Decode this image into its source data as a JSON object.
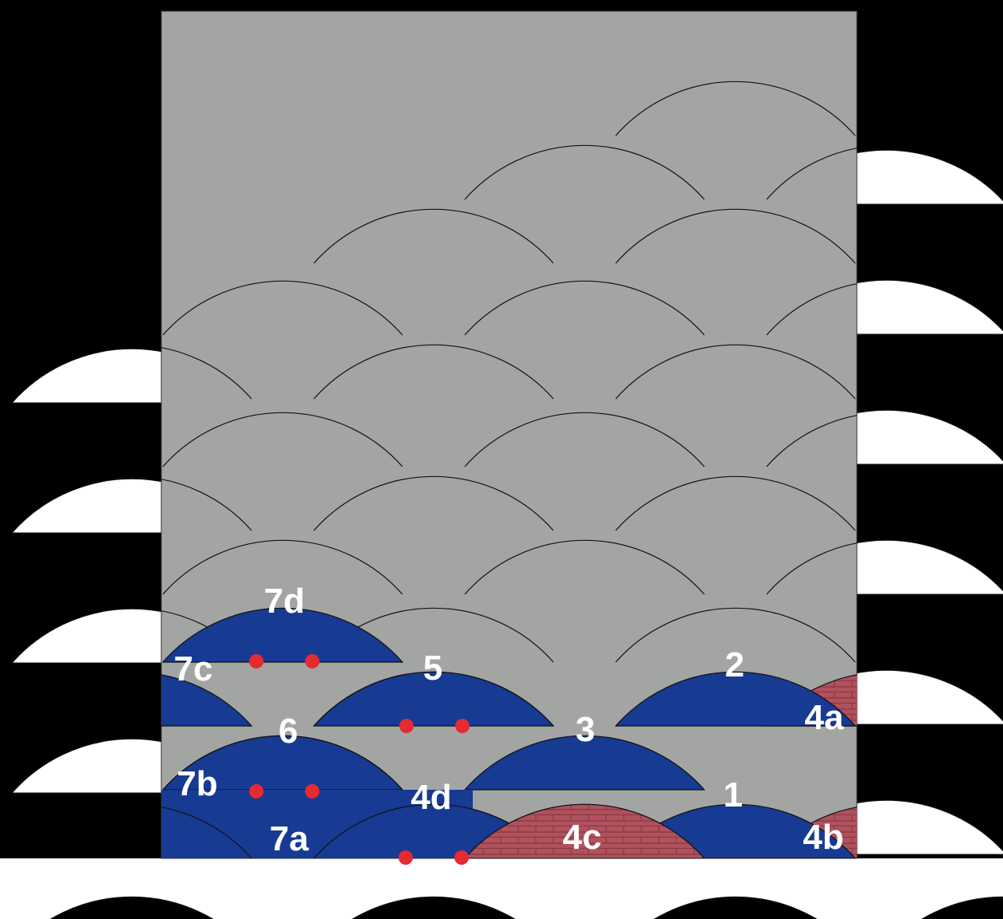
{
  "colors": {
    "background": "#000000",
    "white_scale": "#ffffff",
    "gray_panel": "#a3a5a3",
    "blue_scale": "#173a92",
    "red_scale": "#b0525e",
    "red_scale_texture": "#8e3a46",
    "marker": "#e62a32",
    "outline": "#111111",
    "label_text": "#ffffff"
  },
  "labels": {
    "l_7d": "7d",
    "l_7c": "7c",
    "l_5": "5",
    "l_2": "2",
    "l_6": "6",
    "l_3": "3",
    "l_4a": "4a",
    "l_7b": "7b",
    "l_4d": "4d",
    "l_1": "1",
    "l_7a": "7a",
    "l_4c": "4c",
    "l_4b": "4b"
  }
}
